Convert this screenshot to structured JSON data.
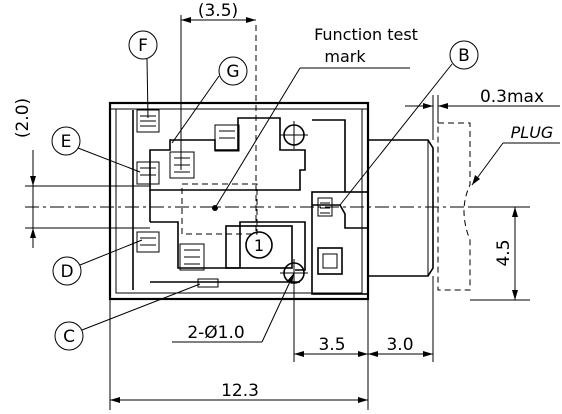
{
  "dimensions": {
    "top_width": "(3.5)",
    "left_height": "(2.0)",
    "overall_width": "12.3",
    "lower_left": "3.5",
    "lower_right": "3.0",
    "plug_height": "4.5",
    "max_gap": "0.3max",
    "holes": "2-Ø1.0"
  },
  "labels": {
    "function_test_line1": "Function test",
    "function_test_line2": "mark",
    "plug": "PLUG",
    "pin_one": "1"
  },
  "callouts": {
    "f": "F",
    "g": "G",
    "b": "B",
    "e": "E",
    "d": "D",
    "c": "C"
  }
}
